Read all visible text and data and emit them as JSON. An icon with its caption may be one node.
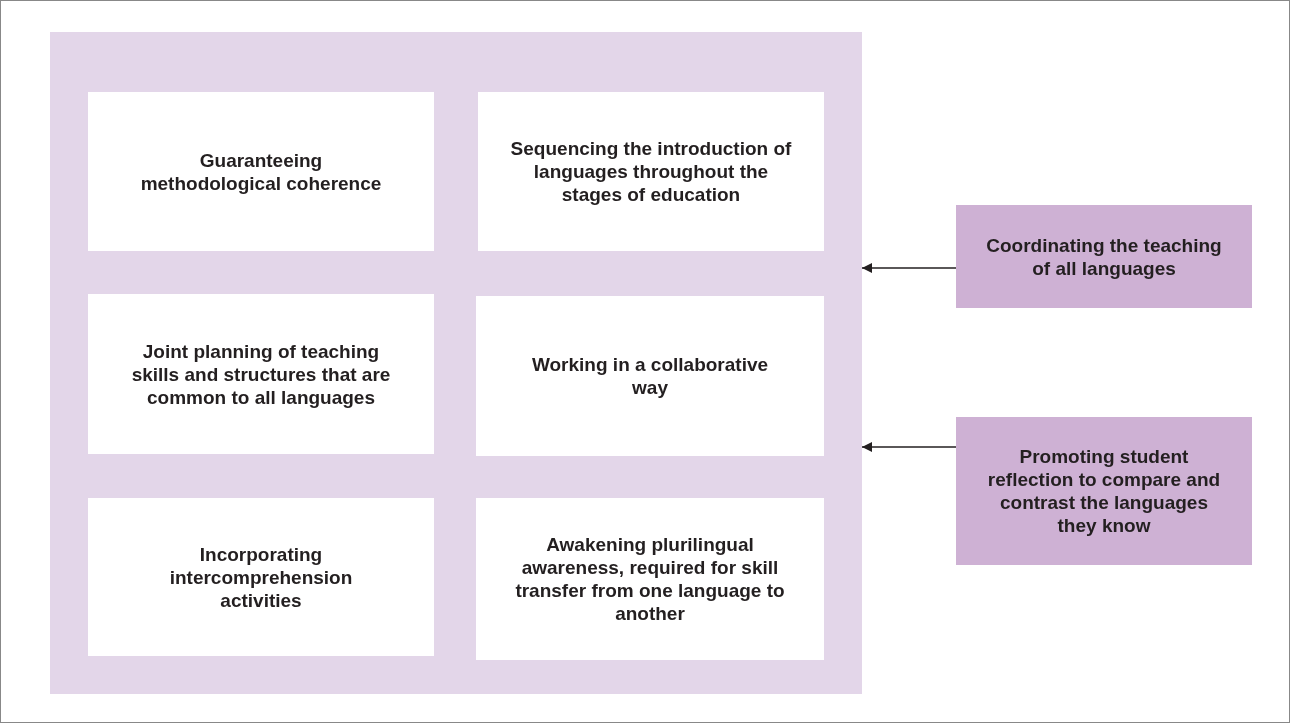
{
  "diagram": {
    "nodes": [
      {
        "text": [],
        "shape": "box"
      },
      {
        "text": [
          "Guaranteeing methodological coherence"
        ],
        "in": 0
      },
      {
        "text": [
          "Sequencing the introduction of languages throughout the stages of education"
        ],
        "in": 0
      },
      {
        "text": [
          "Joint planning of teaching skills and structures that are common to all languages"
        ],
        "in": 0
      },
      {
        "text": [
          "Working in a collaborative way"
        ],
        "in": 0
      },
      {
        "text": [
          "Incorporating intercomprehension activities"
        ],
        "in": 0
      },
      {
        "text": [
          "Awakening plurilingual awareness, required for skill transfer from one language to another"
        ],
        "in": 0
      },
      {
        "text": [
          "Coordinating the teaching of all languages"
        ]
      },
      {
        "text": [
          "Promoting student reflection to compare and contrast the languages they know"
        ]
      }
    ],
    "edges": [
      {
        "from": 7,
        "to": 0,
        "arrow": "to"
      },
      {
        "from": 8,
        "to": 0,
        "arrow": "to"
      }
    ]
  }
}
